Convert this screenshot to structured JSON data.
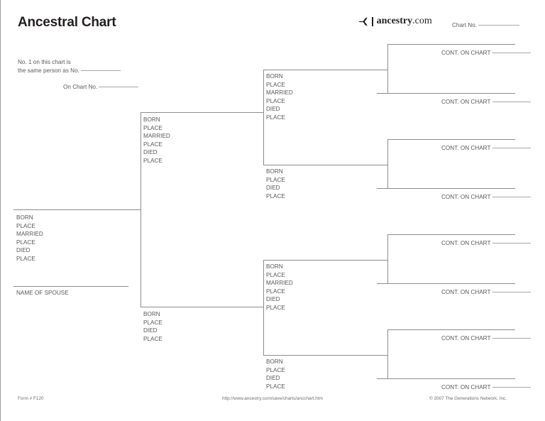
{
  "header": {
    "title": "Ancestral Chart",
    "same_person_line1": "No. 1 on this chart is",
    "same_person_line2": "the same person as No.",
    "on_chart_label": "On Chart No.",
    "chart_no_label": "Chart No."
  },
  "logo": {
    "icon": "ancestry-leaf-icon",
    "word_bold": "ancestry",
    "word_light": ".com"
  },
  "labels": {
    "born": "BORN",
    "place": "PLACE",
    "married": "MARRIED",
    "died": "DIED",
    "name_of_spouse": "NAME OF SPOUSE",
    "cont_on_chart": "CONT. ON CHART"
  },
  "generation1": {
    "fields": [
      "BORN",
      "PLACE",
      "MARRIED",
      "PLACE",
      "DIED",
      "PLACE"
    ],
    "spouse_label": "NAME OF SPOUSE"
  },
  "generation2": [
    {
      "position": "upper",
      "fields": [
        "BORN",
        "PLACE",
        "MARRIED",
        "PLACE",
        "DIED",
        "PLACE"
      ]
    },
    {
      "position": "lower",
      "fields": [
        "BORN",
        "PLACE",
        "DIED",
        "PLACE"
      ]
    }
  ],
  "generation3": [
    {
      "position": "upper-1",
      "fields": [
        "BORN",
        "PLACE",
        "MARRIED",
        "PLACE",
        "DIED",
        "PLACE"
      ]
    },
    {
      "position": "upper-2",
      "fields": [
        "BORN",
        "PLACE",
        "DIED",
        "PLACE"
      ]
    },
    {
      "position": "lower-1",
      "fields": [
        "BORN",
        "PLACE",
        "MARRIED",
        "PLACE",
        "DIED",
        "PLACE"
      ]
    },
    {
      "position": "lower-2",
      "fields": [
        "BORN",
        "PLACE",
        "DIED",
        "PLACE"
      ]
    }
  ],
  "generation4": [
    {
      "position": "bracket-1",
      "top_label": "CONT. ON CHART",
      "bottom_label": "CONT. ON CHART"
    },
    {
      "position": "bracket-2",
      "top_label": "CONT. ON CHART",
      "bottom_label": "CONT. ON CHART"
    },
    {
      "position": "bracket-3",
      "top_label": "CONT. ON CHART",
      "bottom_label": "CONT. ON CHART"
    },
    {
      "position": "bracket-4",
      "top_label": "CONT. ON CHART",
      "bottom_label": "CONT. ON CHART"
    }
  ],
  "footer": {
    "form_number": "Form # F120",
    "url": "http://www.ancestry.com/save/charts/ancchart.htm",
    "copyright": "© 2007 The Generations Network, Inc."
  },
  "colors": {
    "text": "#58595b",
    "title": "#231f20",
    "rule": "#8c8c8c",
    "blank_line": "#a7a7a7",
    "background": "#ffffff"
  }
}
